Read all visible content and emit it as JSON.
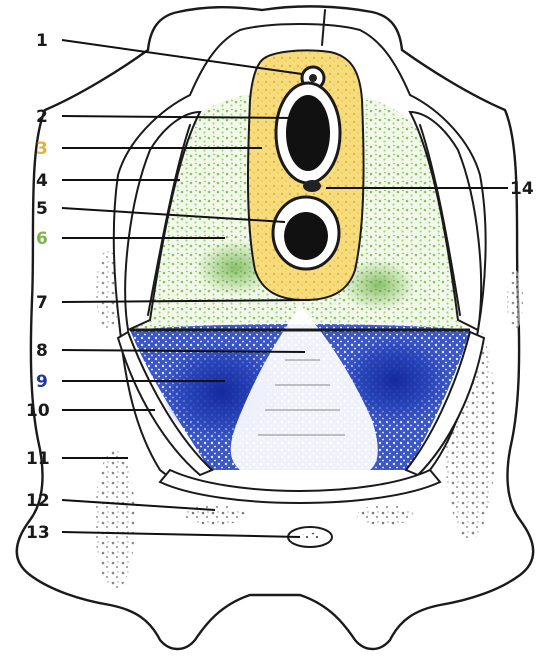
{
  "colors": {
    "labels_default": "#1a1a1a",
    "label_3": "#e2b33a",
    "label_6": "#7ab648",
    "label_9": "#1f36a6",
    "yellow_fill": "#f3d36b",
    "green_fill": "#9ccf6c",
    "blue_fill": "#2340b5"
  },
  "labels": [
    {
      "id": "1",
      "text": "1"
    },
    {
      "id": "2",
      "text": "2"
    },
    {
      "id": "3",
      "text": "3"
    },
    {
      "id": "4",
      "text": "4"
    },
    {
      "id": "5",
      "text": "5"
    },
    {
      "id": "6",
      "text": "6"
    },
    {
      "id": "7",
      "text": "7"
    },
    {
      "id": "8",
      "text": "8"
    },
    {
      "id": "9",
      "text": "9"
    },
    {
      "id": "10",
      "text": "10"
    },
    {
      "id": "11",
      "text": "11"
    },
    {
      "id": "12",
      "text": "12"
    },
    {
      "id": "13",
      "text": "13"
    },
    {
      "id": "14",
      "text": "14"
    }
  ]
}
